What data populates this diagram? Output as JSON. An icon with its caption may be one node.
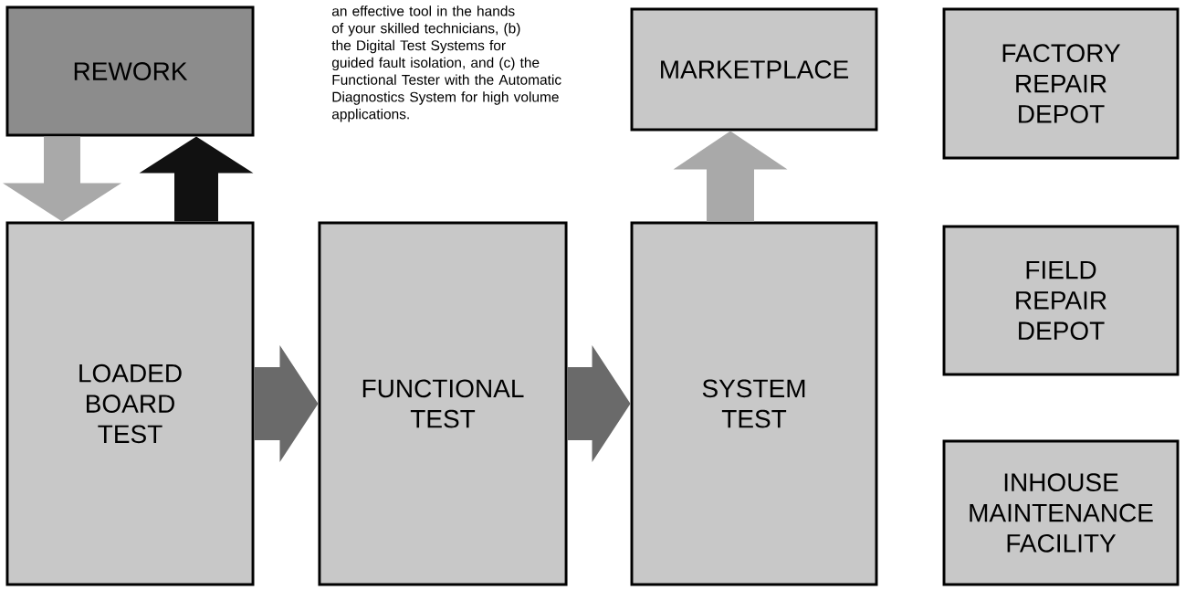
{
  "diagram": {
    "nodes": [
      {
        "text": [
          "REWORK"
        ]
      },
      {
        "text": [
          "MARKETPLACE"
        ]
      },
      {
        "text": [
          "FACTORY REPAIR DEPOT"
        ]
      },
      {
        "text": [
          "LOADED BOARD TEST"
        ]
      },
      {
        "text": [
          "FUNCTIONAL TEST"
        ]
      },
      {
        "text": [
          "SYSTEM TEST"
        ]
      },
      {
        "text": [
          "FIELD REPAIR DEPOT"
        ]
      },
      {
        "text": [
          "INHOUSE MAINTENANCE FACILITY"
        ]
      }
    ],
    "edges": [
      {
        "from": 0,
        "to": 3,
        "arrow": "to",
        "color": "#a9a9a9"
      },
      {
        "from": 3,
        "to": 0,
        "arrow": "to",
        "color": "#111111"
      },
      {
        "from": 3,
        "to": 4,
        "arrow": "to",
        "color": "#6a6a6a"
      },
      {
        "from": 4,
        "to": 5,
        "arrow": "to",
        "color": "#6a6a6a"
      },
      {
        "from": 5,
        "to": 1,
        "arrow": "to",
        "color": "#a9a9a9"
      }
    ],
    "labels": [
      "an effective tool in the hands of your skilled technicians, (b) the Digital Test Systems for guided fault isolation, and (c) the Functional Tester with the Automatic Diagnostics System for high volume applications."
    ]
  }
}
